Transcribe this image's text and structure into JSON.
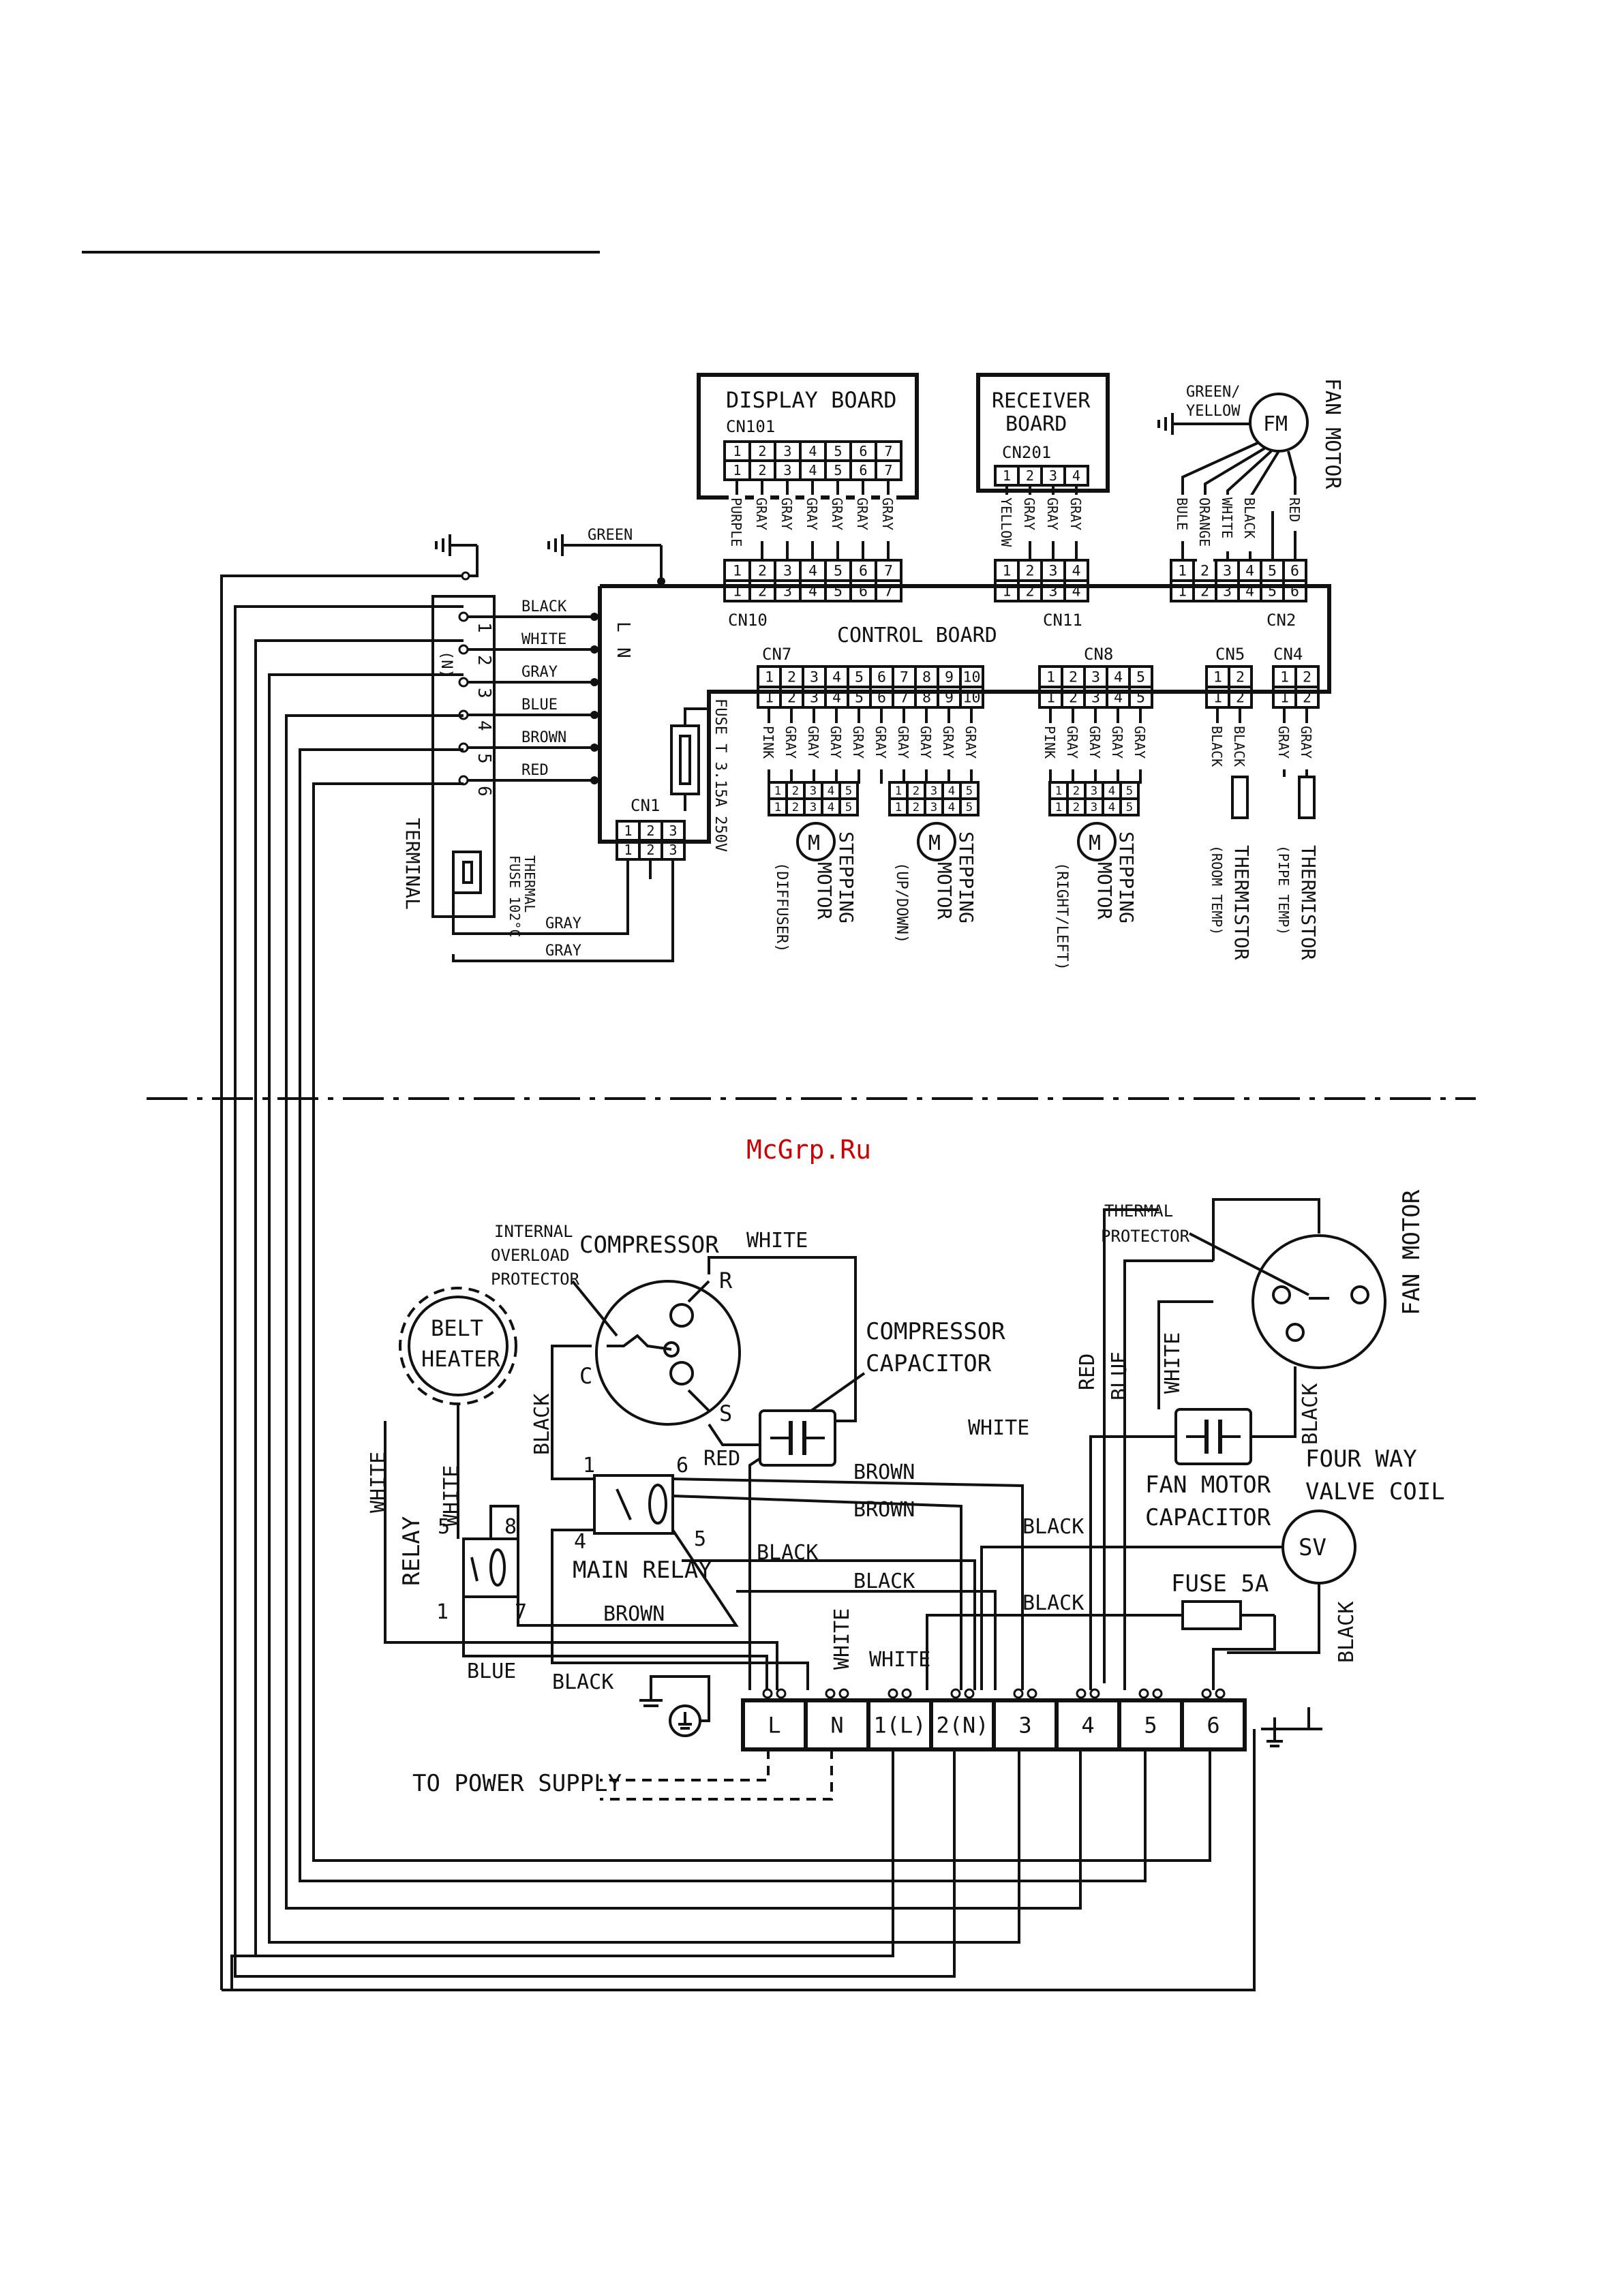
{
  "boards": {
    "display_board": "DISPLAY BOARD",
    "receiver_board": [
      "RECEIVER",
      "BOARD"
    ],
    "control_board": "CONTROL BOARD",
    "terminal": "TERMINAL"
  },
  "connectors": {
    "cn101": "CN101",
    "cn201": "CN201",
    "cn10": "CN10",
    "cn11": "CN11",
    "cn2": "CN2",
    "cn7": "CN7",
    "cn8": "CN8",
    "cn5": "CN5",
    "cn4": "CN4",
    "cn1": "CN1",
    "pin_labels_7": [
      "1",
      "2",
      "3",
      "4",
      "5",
      "6",
      "7"
    ],
    "pin_labels_4": [
      "1",
      "2",
      "3",
      "4"
    ],
    "pin_labels_6": [
      "1",
      "2",
      "3",
      "4",
      "5",
      "6"
    ],
    "pin_labels_10": [
      "1",
      "2",
      "3",
      "4",
      "5",
      "6",
      "7",
      "8",
      "9",
      "10"
    ],
    "pin_labels_5": [
      "1",
      "2",
      "3",
      "4",
      "5"
    ],
    "pin_labels_3": [
      "1",
      "2",
      "3"
    ],
    "pin_labels_2": [
      "1",
      "2"
    ]
  },
  "wires_indoor": {
    "display": [
      "PURPLE",
      "GRAY",
      "GRAY",
      "GRAY",
      "GRAY",
      "GRAY",
      "GRAY"
    ],
    "receiver": [
      "YELLOW",
      "GRAY",
      "GRAY",
      "GRAY"
    ],
    "fan_motor": [
      "BULE",
      "ORANGE",
      "WHITE",
      "BLACK",
      "RED"
    ],
    "fan_ground": [
      "GREEN/",
      "YELLOW"
    ],
    "ground_green": "GREEN",
    "terminal": [
      "BLACK",
      "WHITE",
      "GRAY",
      "BLUE",
      "BROWN",
      "RED"
    ],
    "terminal_numbers": [
      "1",
      "2",
      "3",
      "4",
      "5",
      "6"
    ],
    "terminal_n": "(N)",
    "cn7": [
      "PINK",
      "GRAY",
      "GRAY",
      "GRAY",
      "GRAY"
    ],
    "cn7b": [
      "GRAY",
      "GRAY",
      "GRAY",
      "GRAY",
      "GRAY"
    ],
    "cn8": [
      "PINK",
      "GRAY",
      "GRAY",
      "GRAY",
      "GRAY"
    ],
    "cn5": [
      "BLACK",
      "BLACK"
    ],
    "cn4": [
      "GRAY",
      "GRAY"
    ],
    "cn1_out": [
      "GRAY",
      "GRAY"
    ],
    "ln_labels": [
      "L",
      "N"
    ]
  },
  "indoor_components": {
    "fm": "FM",
    "fan_motor": "FAN MOTOR",
    "fuse": "FUSE T 3.15A 250V",
    "thermal_fuse": [
      "THERMAL",
      "FUSE 102°C"
    ],
    "motor_symbol": "M",
    "stepping_motors": [
      {
        "name": [
          "STEPPING",
          "MOTOR"
        ],
        "sub": "(DIFFUSER)"
      },
      {
        "name": [
          "STEPPING",
          "MOTOR"
        ],
        "sub": "(UP/DOWN)"
      },
      {
        "name": [
          "STEPPING",
          "MOTOR"
        ],
        "sub": "(RIGHT/LEFT)"
      }
    ],
    "thermistors": [
      {
        "name": "THERMISTOR",
        "sub": "(ROOM TEMP)"
      },
      {
        "name": "THERMISTOR",
        "sub": "(PIPE TEMP)"
      }
    ]
  },
  "watermark": "McGrp.Ru",
  "outdoor": {
    "compressor": "COMPRESSOR",
    "overload": [
      "INTERNAL",
      "OVERLOAD",
      "PROTECTOR"
    ],
    "comp_pins": [
      "R",
      "C",
      "S"
    ],
    "comp_capacitor": [
      "COMPRESSOR",
      "CAPACITOR"
    ],
    "belt_heater": [
      "BELT",
      "HEATER"
    ],
    "thermal_protector": [
      "THERMAL",
      "PROTECTOR"
    ],
    "fan_motor": "FAN MOTOR",
    "fan_capacitor": [
      "FAN MOTOR",
      "CAPACITOR"
    ],
    "four_way": [
      "FOUR WAY",
      "VALVE COIL"
    ],
    "sv": "SV",
    "fuse": "FUSE 5A",
    "main_relay": "MAIN RELAY",
    "relay": "RELAY",
    "relay_pins": [
      "1",
      "6",
      "4",
      "5"
    ],
    "small_relay_pins": [
      "5",
      "8",
      "1",
      "7"
    ],
    "terminal_block": [
      "L",
      "N",
      "1(L)",
      "2(N)",
      "3",
      "4",
      "5",
      "6"
    ],
    "to_power_supply": "TO POWER SUPPLY",
    "wire_labels": {
      "white_top": "WHITE",
      "black_left": "BLACK",
      "white_heater": "WHITE",
      "white_far": "WHITE",
      "red": "RED",
      "brown1": "BROWN",
      "brown2": "BROWN",
      "brown3": "BROWN",
      "black1": "BLACK",
      "black2": "BLACK",
      "black3": "BLACK",
      "black4": "BLACK",
      "black_gnd": "BLACK",
      "blue_left": "BLUE",
      "white_mid": "WHITE",
      "white_mid2": "WHITE",
      "white_fan": "WHITE",
      "red_v": "RED",
      "blue_v": "BLUE",
      "white_v": "WHITE",
      "black_fan": "BLACK",
      "black_sv": "BLACK"
    }
  }
}
